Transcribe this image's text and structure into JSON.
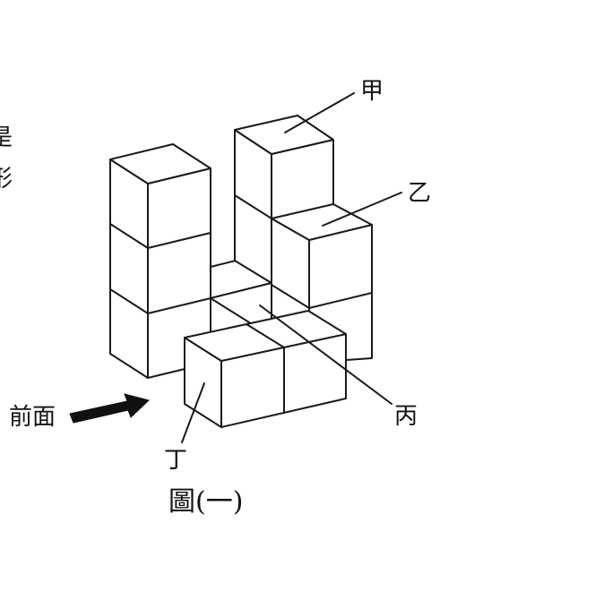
{
  "labels": {
    "jia": "甲",
    "yi": "乙",
    "bing": "丙",
    "ding": "丁",
    "front": "前面"
  },
  "caption": "圖(一)",
  "margin_text": {
    "line1": "是",
    "line2": "形"
  },
  "colors": {
    "stroke": "#1a1a1a",
    "background": "#ffffff"
  }
}
